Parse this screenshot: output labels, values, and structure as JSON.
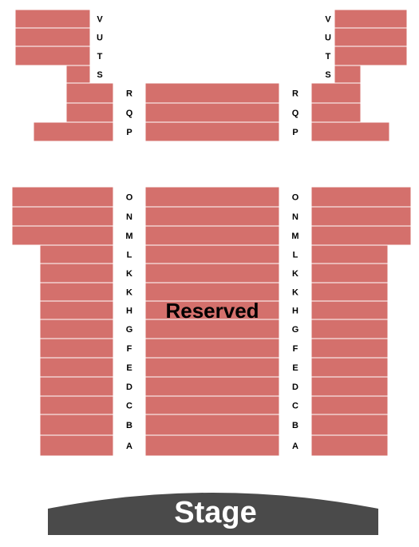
{
  "colors": {
    "seat_block": "#d4706c",
    "seat_divider": "#ffffff",
    "stage": "#4a4a4a",
    "stage_text": "#ffffff",
    "label_text": "#000000"
  },
  "sections": {
    "center_label": "Reserved",
    "stage_label": "Stage"
  },
  "rows": {
    "balcony_side": [
      "V",
      "U",
      "T",
      "S"
    ],
    "upper": [
      "R",
      "Q",
      "P"
    ],
    "main": [
      "O",
      "N",
      "M",
      "L",
      "K",
      "K",
      "H",
      "G",
      "F",
      "E",
      "D",
      "C",
      "B",
      "A"
    ]
  }
}
